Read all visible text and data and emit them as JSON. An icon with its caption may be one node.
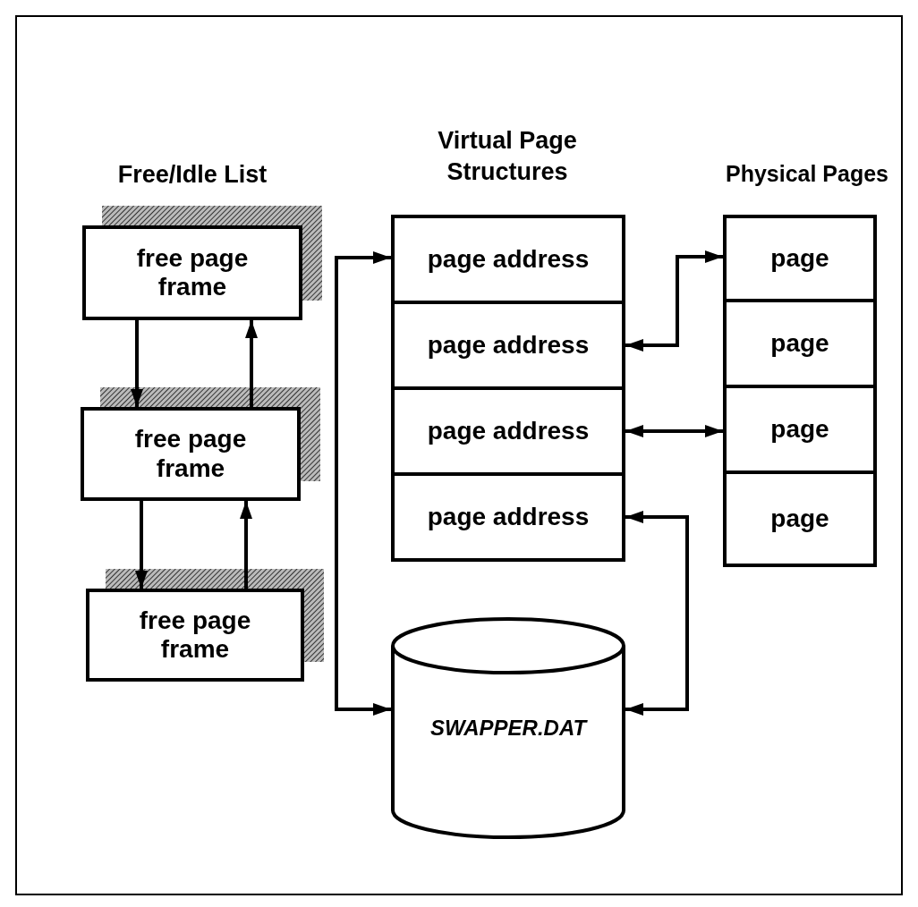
{
  "diagram": {
    "nodes": [
      {
        "text": [
          "free page frame"
        ]
      },
      {
        "text": [
          "free page frame"
        ]
      },
      {
        "text": [
          "free page frame"
        ]
      },
      {
        "text": [
          "page address"
        ]
      },
      {
        "text": [
          "page address"
        ]
      },
      {
        "text": [
          "page address"
        ]
      },
      {
        "text": [
          "page address"
        ]
      },
      {
        "text": [
          "page"
        ]
      },
      {
        "text": [
          "page"
        ]
      },
      {
        "text": [
          "page"
        ]
      },
      {
        "text": [
          "page"
        ]
      },
      {
        "text": [
          "SWAPPER.DAT"
        ]
      }
    ],
    "edges": [
      {
        "from": 0,
        "to": 1,
        "arrow": "to"
      },
      {
        "from": 1,
        "to": 0,
        "arrow": "to"
      },
      {
        "from": 1,
        "to": 2,
        "arrow": "to"
      },
      {
        "from": 2,
        "to": 1,
        "arrow": "to"
      },
      {
        "from": 3,
        "to": 11,
        "arrow": "both"
      },
      {
        "from": 4,
        "to": 7,
        "arrow": "both"
      },
      {
        "from": 5,
        "to": 9,
        "arrow": "both"
      },
      {
        "from": 6,
        "to": 11,
        "arrow": "both"
      }
    ],
    "labels": [
      "Free/Idle List",
      "Virtual Page Structures",
      "Physical Pages"
    ]
  }
}
